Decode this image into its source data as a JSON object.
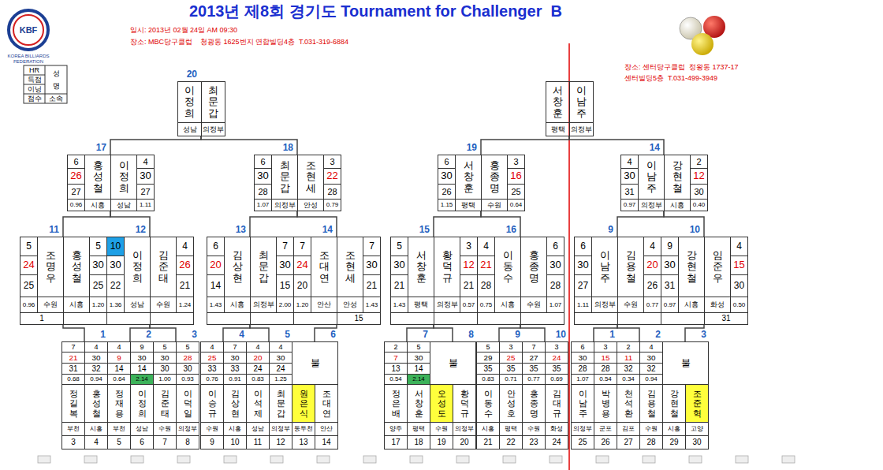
{
  "diagram": {
    "title": "2013년 제8회 경기도 Tournament for Challenger  B",
    "nodes": [
      {
        "text": [
          "20"
        ]
      },
      {
        "text": [
          "이정희",
          "성남"
        ],
        "in": 0
      },
      {
        "text": [
          "최문갑",
          "의정부"
        ],
        "in": 0
      },
      {
        "text": []
      },
      {
        "text": [
          "서창훈",
          "평택"
        ],
        "in": 3
      },
      {
        "text": [
          "이남주",
          "의정부"
        ],
        "in": 3
      },
      {
        "text": [
          "17"
        ]
      },
      {
        "text": [
          "6",
          "26",
          "27",
          "홍성철",
          "0.96",
          "시흥"
        ],
        "in": 6
      },
      {
        "text": [
          "4",
          "30",
          "27",
          "이정희",
          "1.11",
          "성남"
        ],
        "in": 6
      },
      {
        "text": [
          "18"
        ]
      },
      {
        "text": [
          "6",
          "30",
          "28",
          "최문갑",
          "1.07",
          "의정부"
        ],
        "in": 9
      },
      {
        "text": [
          "3",
          "22",
          "28",
          "조현세",
          "0.79",
          "안성"
        ],
        "in": 9
      },
      {
        "text": [
          "19"
        ]
      },
      {
        "text": [
          "6",
          "30",
          "26",
          "서창훈",
          "1.15",
          "평택"
        ],
        "in": 12
      },
      {
        "text": [
          "3",
          "16",
          "25",
          "홍종명",
          "0.64",
          "수원"
        ],
        "in": 12
      },
      {
        "text": [
          "14"
        ]
      },
      {
        "text": [
          "4",
          "30",
          "31",
          "이남주",
          "0.97",
          "의정부"
        ],
        "in": 15
      },
      {
        "text": [
          "2",
          "12",
          "30",
          "강현철",
          "0.40",
          "시흥"
        ],
        "in": 15
      },
      {
        "text": [
          "11"
        ]
      },
      {
        "text": [
          "5",
          "24",
          "25",
          "조명우",
          "0.96",
          "수원",
          "1"
        ],
        "in": 18
      },
      {
        "text": [
          "5",
          "30",
          "25",
          "홍성철",
          "1.20",
          "시흥"
        ],
        "in": 18
      },
      {
        "text": [
          "12"
        ]
      },
      {
        "text": [
          "10",
          "30",
          "22",
          "이정희",
          "1.36",
          "성남"
        ],
        "in": 21
      },
      {
        "text": [
          "4",
          "26",
          "21",
          "김준태",
          "1.24",
          "수원"
        ],
        "in": 21
      },
      {
        "text": [
          "13"
        ]
      },
      {
        "text": [
          "6",
          "20",
          "14",
          "김상현",
          "1.43",
          "시흥"
        ],
        "in": 24
      },
      {
        "text": [
          "7",
          "30",
          "15",
          "최문갑",
          "2.00",
          "의정부"
        ],
        "in": 24
      },
      {
        "text": [
          "14"
        ]
      },
      {
        "text": [
          "7",
          "24",
          "20",
          "조대연",
          "1.20",
          "안산"
        ],
        "in": 27
      },
      {
        "text": [
          "7",
          "30",
          "21",
          "조현세",
          "1.43",
          "안성",
          "15"
        ],
        "in": 27
      },
      {
        "text": [
          "15"
        ]
      },
      {
        "text": [
          "5",
          "30",
          "21",
          "서창훈",
          "1.43",
          "평택"
        ],
        "in": 30
      },
      {
        "text": [
          "3",
          "12",
          "21",
          "황덕규",
          "0.57",
          "의정부"
        ],
        "in": 30
      },
      {
        "text": [
          "16"
        ]
      },
      {
        "text": [
          "4",
          "21",
          "28",
          "이동수",
          "0.75",
          "시흥"
        ],
        "in": 33
      },
      {
        "text": [
          "6",
          "30",
          "28",
          "홍종명",
          "1.07",
          "수원"
        ],
        "in": 33
      },
      {
        "text": [
          "9"
        ]
      },
      {
        "text": [
          "6",
          "30",
          "27",
          "이남주",
          "1.11",
          "의정부"
        ],
        "in": 36
      },
      {
        "text": [
          "4",
          "20",
          "26",
          "김용철",
          "0.77",
          "수원"
        ],
        "in": 36
      },
      {
        "text": [
          "10"
        ]
      },
      {
        "text": [
          "9",
          "30",
          "31",
          "강현철",
          "0.97",
          "시흥"
        ],
        "in": 39
      },
      {
        "text": [
          "4",
          "15",
          "30",
          "임준우",
          "0.50",
          "화성",
          "31"
        ],
        "in": 39
      },
      {
        "text": [
          "1"
        ]
      },
      {
        "text": [
          "7",
          "21",
          "31",
          "0.68",
          "정길복",
          "부천",
          "3"
        ],
        "in": 42
      },
      {
        "text": [
          "4",
          "30",
          "32",
          "0.94",
          "홍성철",
          "시흥",
          "4"
        ],
        "in": 42
      },
      {
        "text": [
          "2"
        ]
      },
      {
        "text": [
          "4",
          "9",
          "14",
          "0.64",
          "정재용",
          "부천",
          "5"
        ],
        "in": 45
      },
      {
        "text": [
          "9",
          "30",
          "14",
          "2.14",
          "이정희",
          "성남",
          "6"
        ],
        "in": 45
      },
      {
        "text": [
          "3"
        ]
      },
      {
        "text": [
          "5",
          "30",
          "30",
          "1.00",
          "김준태",
          "수원",
          "7"
        ],
        "in": 48
      },
      {
        "text": [
          "5",
          "28",
          "30",
          "0.93",
          "이덕일",
          "의정부",
          "8"
        ],
        "in": 48
      },
      {
        "text": [
          "4"
        ]
      },
      {
        "text": [
          "4",
          "25",
          "33",
          "0.76",
          "이승규",
          "수원",
          "9"
        ],
        "in": 51
      },
      {
        "text": [
          "7",
          "30",
          "33",
          "0.91",
          "김상현",
          "시흥",
          "10"
        ],
        "in": 51
      },
      {
        "text": [
          "5"
        ]
      },
      {
        "text": [
          "4",
          "20",
          "24",
          "0.83",
          "이석제",
          "성남",
          "11"
        ],
        "in": 54
      },
      {
        "text": [
          "4",
          "30",
          "24",
          "1.25",
          "최문갑",
          "의정부",
          "12"
        ],
        "in": 54
      },
      {
        "text": [
          "6",
          "불"
        ]
      },
      {
        "text": [
          "원은식",
          "동두천",
          "13"
        ],
        "in": 57
      },
      {
        "text": [
          "조대연",
          "안산",
          "14"
        ],
        "in": 57
      },
      {
        "text": [
          "7"
        ]
      },
      {
        "text": [
          "2",
          "7",
          "13",
          "0.54",
          "정은배",
          "양주",
          "17"
        ],
        "in": 60
      },
      {
        "text": [
          "5",
          "30",
          "14",
          "2.14",
          "서창훈",
          "평택",
          "18"
        ],
        "in": 60
      },
      {
        "text": [
          "8",
          "불"
        ]
      },
      {
        "text": [
          "오성도",
          "수원",
          "19"
        ],
        "in": 63
      },
      {
        "text": [
          "황덕규",
          "의정부",
          "20"
        ],
        "in": 63
      },
      {
        "text": [
          "9"
        ]
      },
      {
        "text": [
          "5",
          "29",
          "35",
          "0.83",
          "이동수",
          "시흥",
          "21"
        ],
        "in": 66
      },
      {
        "text": [
          "3",
          "25",
          "35",
          "0.71",
          "안성호",
          "평택",
          "22"
        ],
        "in": 66
      },
      {
        "text": [
          "10"
        ]
      },
      {
        "text": [
          "7",
          "27",
          "35",
          "0.77",
          "홍종명",
          "수원",
          "23"
        ],
        "in": 69
      },
      {
        "text": [
          "3",
          "24",
          "35",
          "0.69",
          "김대규",
          "화성",
          "24"
        ],
        "in": 69
      },
      {
        "text": [
          "1"
        ]
      },
      {
        "text": [
          "6",
          "30",
          "28",
          "1.07",
          "이남주",
          "의정부",
          "25"
        ],
        "in": 72
      },
      {
        "text": [
          "3",
          "15",
          "28",
          "0.54",
          "박병용",
          "군포",
          "26"
        ],
        "in": 72
      },
      {
        "text": [
          "2"
        ]
      },
      {
        "text": [
          "2",
          "11",
          "32",
          "0.34",
          "천석환",
          "김포",
          "27"
        ],
        "in": 75
      },
      {
        "text": [
          "4",
          "30",
          "32",
          "0.94",
          "김용철",
          "수원",
          "28"
        ],
        "in": 75
      },
      {
        "text": [
          "3",
          "불"
        ]
      },
      {
        "text": [
          "강현철",
          "시흥",
          "29"
        ],
        "in": 78
      },
      {
        "text": [
          "조준혁",
          "고양",
          "30"
        ],
        "in": 78
      }
    ],
    "edges": [
      {
        "from": 42,
        "to": 18,
        "arrow": "none"
      },
      {
        "from": 45,
        "to": 21,
        "arrow": "none"
      },
      {
        "from": 48,
        "to": 21,
        "arrow": "none"
      },
      {
        "from": 51,
        "to": 24,
        "arrow": "none"
      },
      {
        "from": 54,
        "to": 24,
        "arrow": "none"
      },
      {
        "from": 57,
        "to": 27,
        "arrow": "none"
      },
      {
        "from": 60,
        "to": 30,
        "arrow": "none"
      },
      {
        "from": 63,
        "to": 30,
        "arrow": "none"
      },
      {
        "from": 66,
        "to": 33,
        "arrow": "none"
      },
      {
        "from": 69,
        "to": 33,
        "arrow": "none"
      },
      {
        "from": 72,
        "to": 36,
        "arrow": "none"
      },
      {
        "from": 75,
        "to": 36,
        "arrow": "none"
      },
      {
        "from": 78,
        "to": 39,
        "arrow": "none"
      },
      {
        "from": 18,
        "to": 6,
        "arrow": "none"
      },
      {
        "from": 21,
        "to": 6,
        "arrow": "none"
      },
      {
        "from": 24,
        "to": 9,
        "arrow": "none"
      },
      {
        "from": 27,
        "to": 9,
        "arrow": "none"
      },
      {
        "from": 30,
        "to": 12,
        "arrow": "none"
      },
      {
        "from": 33,
        "to": 12,
        "arrow": "none"
      },
      {
        "from": 36,
        "to": 15,
        "arrow": "none"
      },
      {
        "from": 39,
        "to": 15,
        "arrow": "none"
      },
      {
        "from": 6,
        "to": 0,
        "arrow": "none"
      },
      {
        "from": 9,
        "to": 0,
        "arrow": "none"
      },
      {
        "from": 12,
        "to": 3,
        "arrow": "none"
      },
      {
        "from": 15,
        "to": 3,
        "arrow": "none"
      }
    ],
    "labels": [
      "일시: 2013년 02월 24일 AM 09:30",
      "장소: MBC당구클럽    청광동 1625번지 연합빌딩4층  T.031-319-6884",
      "장소: 센터당구클럽  정왕동 1737-17",
      "센터빌딩5층  T.031-499-3949",
      "HR",
      "득점",
      "이닝",
      "점수",
      "성",
      "명",
      "소속",
      "KBF",
      "KOREA BILLIARDS FEDERATION"
    ]
  }
}
